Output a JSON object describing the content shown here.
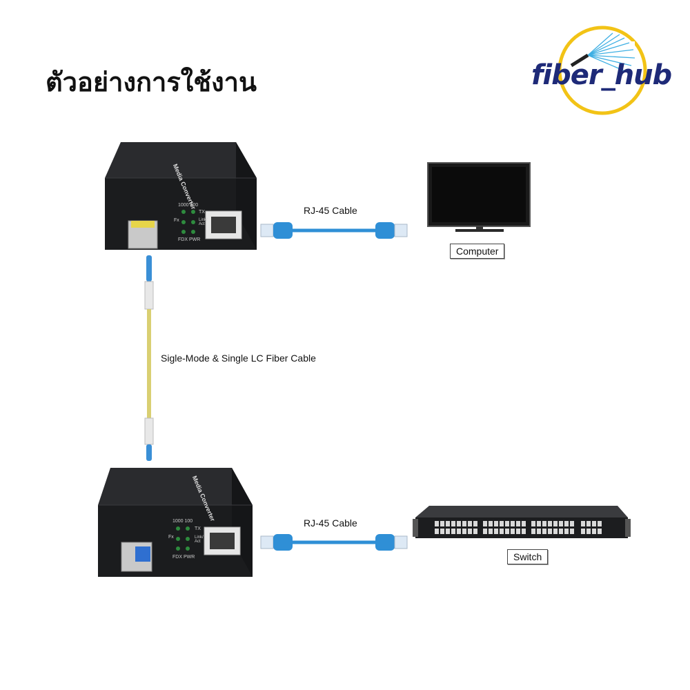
{
  "heading": "ตัวอย่างการใช้งาน",
  "logo": {
    "text": "fiber_hub"
  },
  "device": {
    "brand_text": "Media Converter",
    "led_labels": {
      "speed": "1000 100",
      "fx": "Fx",
      "tx": "TX",
      "link": "Link/ Act",
      "fdx": "FDX PWR"
    }
  },
  "labels": {
    "rj45_top": "RJ-45 Cable",
    "rj45_bottom": "RJ-45 Cable",
    "fiber": "Sigle-Mode & Single LC Fiber Cable",
    "computer": "Computer",
    "switch": "Switch"
  },
  "colors": {
    "cable_blue": "#2f8fd6",
    "fiber_yellow": "#d9cf72",
    "device_black": "#1b1c1e",
    "logo_navy": "#1e2a78",
    "logo_ring": "#f2c316"
  }
}
